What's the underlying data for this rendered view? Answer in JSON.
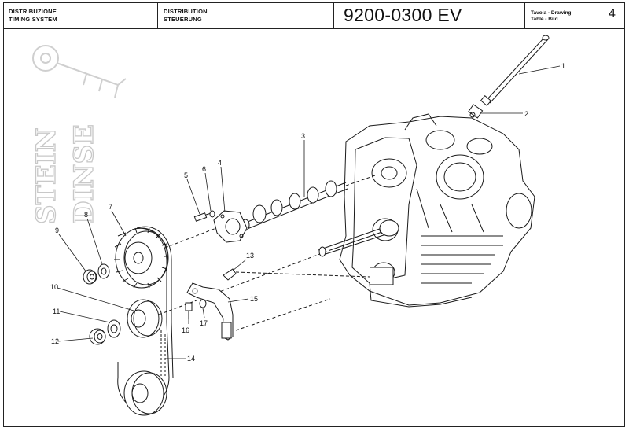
{
  "header": {
    "title_it": "DISTRIBUZIONE",
    "title_en": "TIMING SYSTEM",
    "title_fr": "DISTRIBUTION",
    "title_de": "STEUERUNG",
    "code": "9200-0300 EV",
    "table_label_1": "Tavola - Drawing",
    "table_label_2": "Table - Bild",
    "table_number": "4"
  },
  "watermark": {
    "word_1": "STEIN",
    "word_2": "DINSE"
  },
  "callouts": [
    "1",
    "2",
    "3",
    "4",
    "5",
    "6",
    "7",
    "8",
    "9",
    "10",
    "11",
    "12",
    "13",
    "14",
    "15",
    "16",
    "17"
  ],
  "colors": {
    "line": "#1a1a1a",
    "watermark": "#c8c8c8"
  }
}
